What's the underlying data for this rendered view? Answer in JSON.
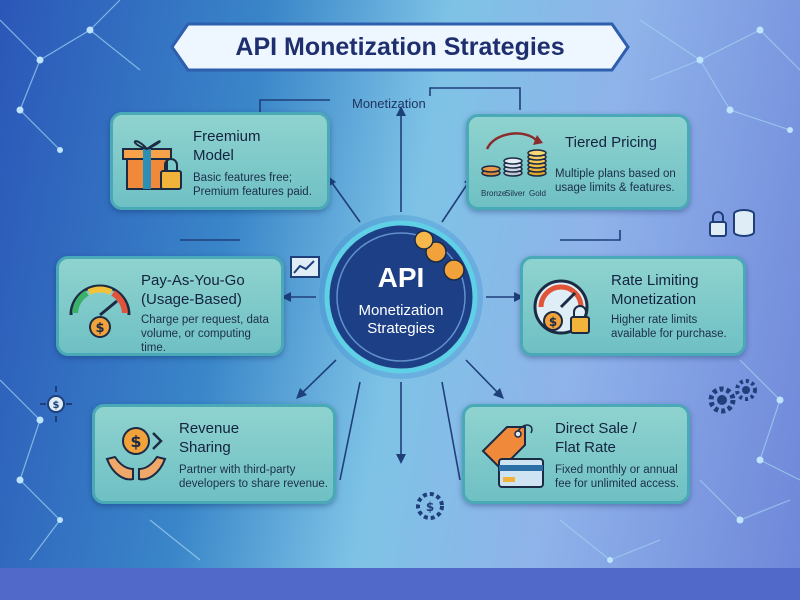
{
  "title": "API Monetization Strategies",
  "top_label": "Monetization",
  "hub": {
    "line1": "API",
    "line2": "Monetization",
    "line3": "Strategies"
  },
  "cards": {
    "freemium": {
      "title1": "Freemium",
      "title2": "Model",
      "desc1": "Basic features free;",
      "desc2": "Premium features paid.",
      "icon": "gift-lock-icon"
    },
    "tiered": {
      "title": "Tiered Pricing",
      "desc1": "Multiple plans based on",
      "desc2": "usage limits & features.",
      "tiers": [
        "Bronze",
        "Silver",
        "Gold"
      ],
      "icon": "coin-stacks-icon"
    },
    "payg": {
      "title1": "Pay-As-You-Go",
      "title2": "(Usage-Based)",
      "desc1": "Charge per request, data",
      "desc2": "volume, or computing",
      "desc3": "time.",
      "icon": "gauge-coin-icon"
    },
    "rate": {
      "title1": "Rate Limiting",
      "title2": "Monetization",
      "desc1": "Higher rate limits",
      "desc2": "available for purchase.",
      "icon": "gauge-lock-icon"
    },
    "revenue": {
      "title1": "Revenue",
      "title2": "Sharing",
      "desc1": "Partner with third-party",
      "desc2": "developers to share revenue.",
      "icon": "hands-coin-icon"
    },
    "direct": {
      "title1": "Direct Sale /",
      "title2": "Flat Rate",
      "desc1": "Fixed monthly or annual",
      "desc2": "fee for unlimited access.",
      "icon": "tag-card-icon"
    }
  },
  "colors": {
    "card_fill": "#7fcac9",
    "card_border": "#4aa9b6",
    "title_text": "#1f2f6e",
    "hub_fill": "#1d3f86",
    "hub_ring": "#5fd0e6",
    "coin": "#f2a23a"
  }
}
